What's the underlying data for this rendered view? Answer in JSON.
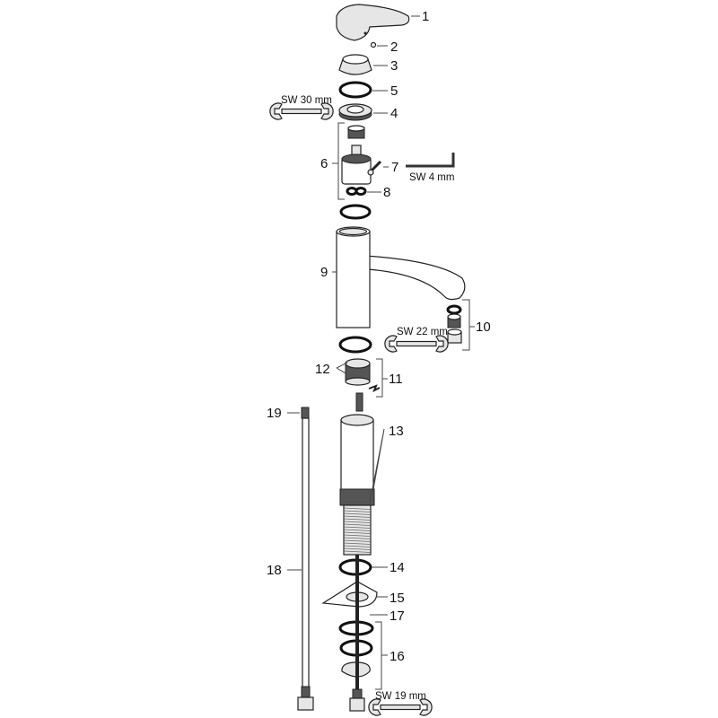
{
  "parts": [
    {
      "number": "1"
    },
    {
      "number": "2"
    },
    {
      "number": "3"
    },
    {
      "number": "4"
    },
    {
      "number": "5"
    },
    {
      "number": "6"
    },
    {
      "number": "7"
    },
    {
      "number": "8"
    },
    {
      "number": "9"
    },
    {
      "number": "10"
    },
    {
      "number": "11"
    },
    {
      "number": "12"
    },
    {
      "number": "13"
    },
    {
      "number": "14"
    },
    {
      "number": "15"
    },
    {
      "number": "16"
    },
    {
      "number": "17"
    },
    {
      "number": "18"
    },
    {
      "number": "19"
    }
  ],
  "tools": {
    "wrench_30": "SW 30 mm",
    "allen_4": "SW 4 mm",
    "wrench_22": "SW 22 mm",
    "wrench_19": "SW 19 mm"
  }
}
